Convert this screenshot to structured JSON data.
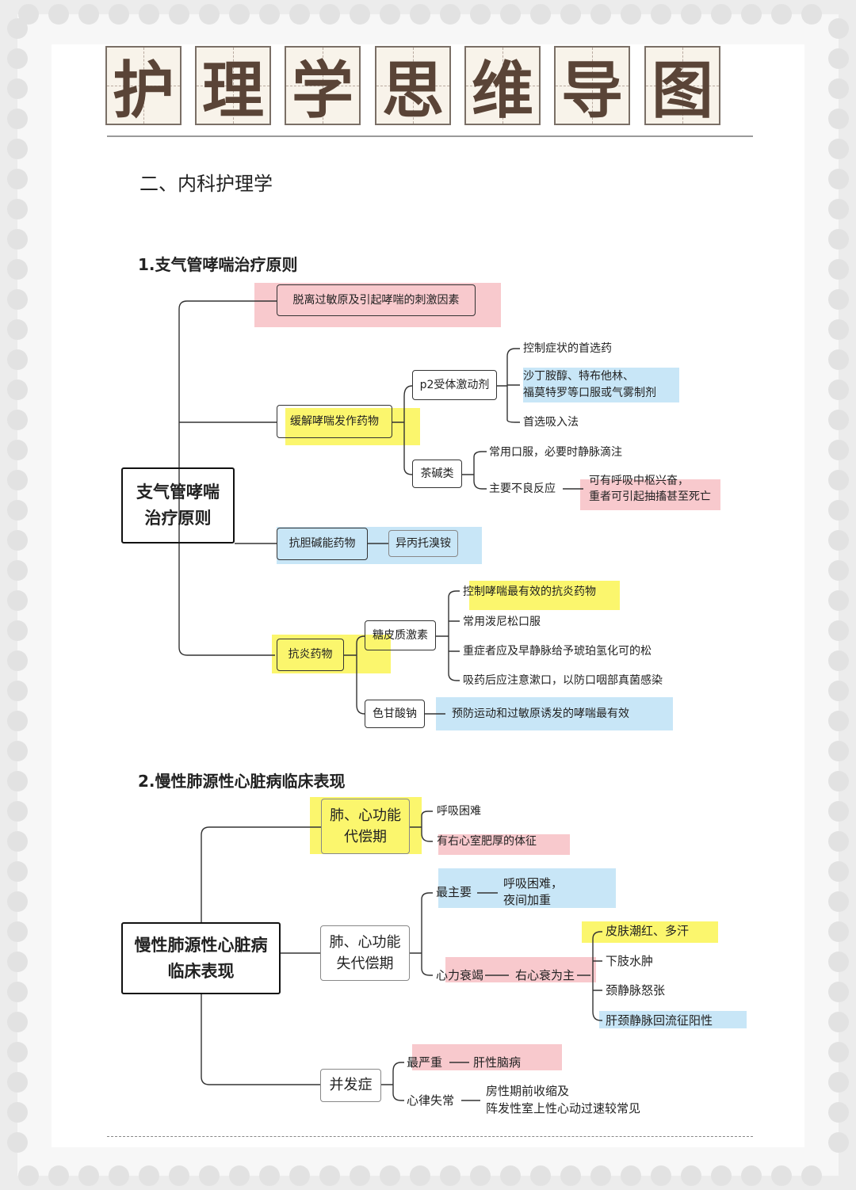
{
  "page_title": [
    "护",
    "理",
    "学",
    "思",
    "维",
    "导",
    "图"
  ],
  "section_heading": "二、内科护理学",
  "map1": {
    "heading": "1.支气管哮喘治疗原则",
    "root": [
      "支气管哮喘",
      "治疗原则"
    ],
    "b1": "脱离过敏原及引起哮喘的刺激因素",
    "b2": {
      "label": "缓解哮喘发作药物",
      "beta": {
        "label": "p2受体激动剂",
        "items": [
          "控制症状的首选药",
          "沙丁胺醇、特布他林、",
          "福莫特罗等口服或气雾制剂",
          "首选吸入法"
        ]
      },
      "theo": {
        "label": "茶碱类",
        "item1": "常用口服，必要时静脉滴注",
        "item2": "主要不良反应",
        "item2_detail": [
          "可有呼吸中枢兴奋，",
          "重者可引起抽搐甚至死亡"
        ]
      }
    },
    "b3": {
      "label": "抗胆碱能药物",
      "child": "异丙托溴铵"
    },
    "b4": {
      "label": "抗炎药物",
      "gluco": {
        "label": "糖皮质激素",
        "items": [
          "控制哮喘最有效的抗炎药物",
          "常用泼尼松口服",
          "重症者应及早静脉给予琥珀氢化可的松",
          "吸药后应注意漱口，以防口咽部真菌感染"
        ]
      },
      "crom": {
        "label": "色甘酸钠",
        "detail": "预防运动和过敏原诱发的哮喘最有效"
      }
    }
  },
  "map2": {
    "heading": "2.慢性肺源性心脏病临床表现",
    "root": [
      "慢性肺源性心脏病",
      "临床表现"
    ],
    "comp": {
      "label": [
        "肺、心功能",
        "代偿期"
      ],
      "items": [
        "呼吸困难",
        "有右心室肥厚的体征"
      ]
    },
    "decomp": {
      "label": [
        "肺、心功能",
        "失代偿期"
      ],
      "main_label": "最主要",
      "main_detail": [
        "呼吸困难，",
        "夜间加重"
      ],
      "hf_label": "心力衰竭",
      "hf_type": "右心衰为主",
      "hf_items": [
        "皮肤潮红、多汗",
        "下肢水肿",
        "颈静脉怒张",
        "肝颈静脉回流征阳性"
      ]
    },
    "complication": {
      "label": "并发症",
      "severe_label": "最严重",
      "severe_detail": "肝性脑病",
      "arr_label": "心律失常",
      "arr_detail": [
        "房性期前收缩及",
        "阵发性室上性心动过速较常见"
      ]
    }
  },
  "colors": {
    "pink": "#f8c9cd",
    "yellow": "#fbf66d",
    "blue": "#c8e6f7",
    "title_brown": "#5a4437"
  }
}
